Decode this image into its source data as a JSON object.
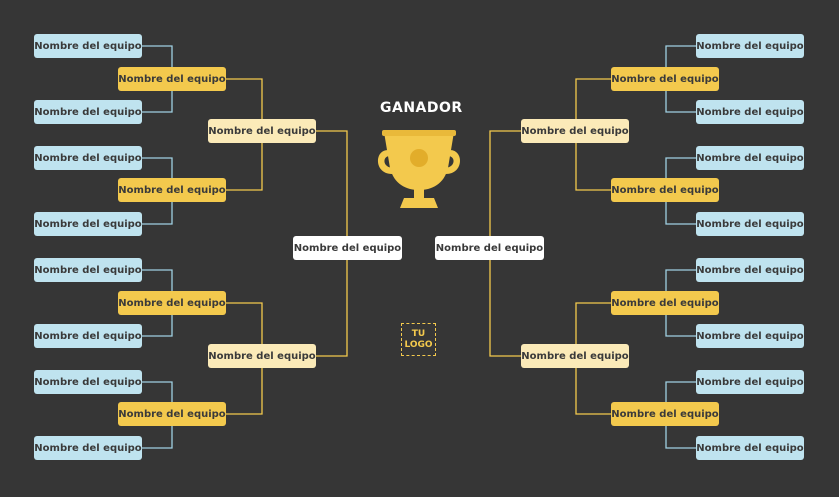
{
  "title": "GANADOR",
  "team_label": "Nombre del equipo",
  "logo": {
    "line1": "TU",
    "line2": "LOGO"
  },
  "colors": {
    "background": "#363636",
    "round1": "#bfe3ef",
    "round2": "#f3c94d",
    "round3": "#fbeab8",
    "final": "#ffffff",
    "connector": "#f3c94d",
    "trophy": "#f3c94d"
  },
  "trophy_icon": "trophy-icon"
}
